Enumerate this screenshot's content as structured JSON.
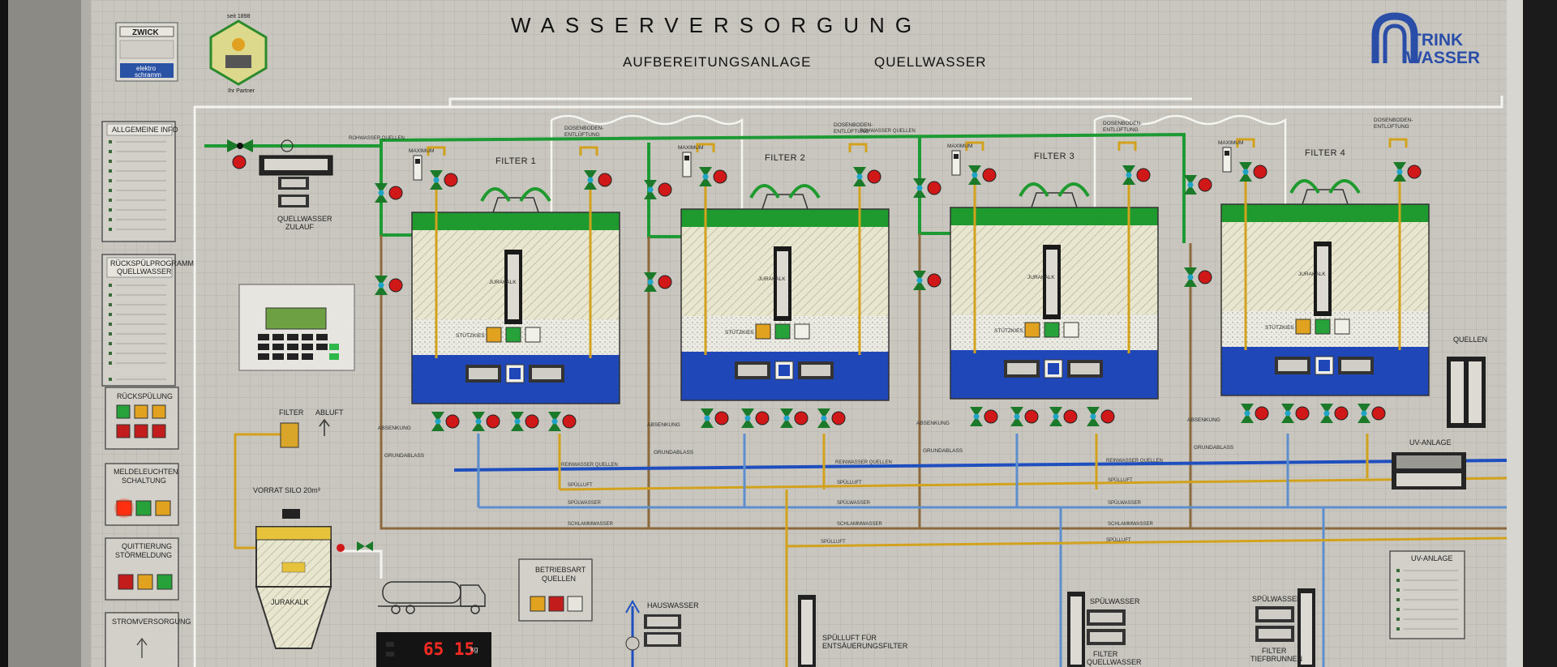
{
  "header": {
    "title": "WASSERVERSORGUNG",
    "subtitle_left": "AUFBEREITUNGSANLAGE",
    "subtitle_right": "QUELLWASSER"
  },
  "logos": {
    "zwick": "ZWICK",
    "elektro": "elektro",
    "schramm": "schramm",
    "seit": "seit 1898",
    "partner": "Ihr Partner",
    "trink": "TRINK",
    "wasser": "WASSER"
  },
  "panels": {
    "allgemeine": {
      "title": "ALLGEMEINE INFO"
    },
    "rueckspuel": {
      "title_line1": "RÜCKSPÜLPROGRAMM",
      "title_line2": "QUELLWASSER"
    },
    "rueckspuelung": {
      "title": "RÜCKSPÜLUNG"
    },
    "meldeleuchten": {
      "title_line1": "MELDELEUCHTEN",
      "title_line2": "SCHALTUNG"
    },
    "quittierung": {
      "title_line1": "QUITTIERUNG",
      "title_line2": "STÖRMELDUNG"
    },
    "stromversorgung": {
      "title": "STROMVERSORGUNG"
    },
    "betriebsart": {
      "title_line1": "BETRIEBSART",
      "title_line2": "QUELLEN"
    },
    "uv_anlage_panel": {
      "title": "UV-ANLAGE"
    }
  },
  "filters": [
    {
      "label": "FILTER 1",
      "medium": "JURAKALK",
      "stuetz": "STÜTZKIES"
    },
    {
      "label": "FILTER 2",
      "medium": "JURAKALK",
      "stuetz": "STÜTZKIES"
    },
    {
      "label": "FILTER 3",
      "medium": "JURAKALK",
      "stuetz": "STÜTZKIES"
    },
    {
      "label": "FILTER 4",
      "medium": "JURAKALK",
      "stuetz": "STÜTZKIES"
    }
  ],
  "labels": {
    "quellwasser_zulauf_1": "QUELLWASSER",
    "quellwasser_zulauf_2": "ZULAUF",
    "filter": "FILTER",
    "abluft": "ABLUFT",
    "vorrat_silo": "VORRAT SILO 20m³",
    "jurakalk_silo": "JURAKALK",
    "hauswasser": "HAUSWASSER",
    "spuelluft_1": "SPÜLLUFT FÜR",
    "spuelluft_2": "ENTSÄUERUNGSFILTER",
    "spuelwasser_a": "SPÜLWASSER",
    "filter_quellwasser_1": "FILTER",
    "filter_quellwasser_2": "QUELLWASSER",
    "spuelwasser_b": "SPÜLWASSER",
    "filter_tiefbrunnen_1": "FILTER",
    "filter_tiefbrunnen_2": "TIEFBRUNNEN",
    "uv_anlage": "UV-ANLAGE",
    "quellen": "QUELLEN",
    "dosenboden": "DOSENBODEN-",
    "entlueftung": "ENTLÜFTUNG",
    "absenkung": "ABSENKUNG",
    "grundablass": "GRUNDABLASS",
    "maximum": "MAXIMUM"
  },
  "pipes": {
    "rohwasser_top": "ROHWASSER QUELLEN",
    "reinwasser": "REINWASSER QUELLEN",
    "spuelluft": "SPÜLLUFT",
    "spuelwasser": "SPÜLWASSER",
    "schlammwasser": "SCHLAMMWASSER"
  },
  "display": {
    "weight": "65 15",
    "unit": "kg"
  },
  "colors": {
    "board": "#c9c7c1",
    "green_pipe": "#1e9a34",
    "blue_pipe": "#1f4fbf",
    "yellow_pipe": "#d3a21d",
    "brown_pipe": "#8c6a3e",
    "filter_blue": "#1f47b8",
    "filter_green": "#1f9a2e",
    "lamp_red": "#d01818"
  }
}
